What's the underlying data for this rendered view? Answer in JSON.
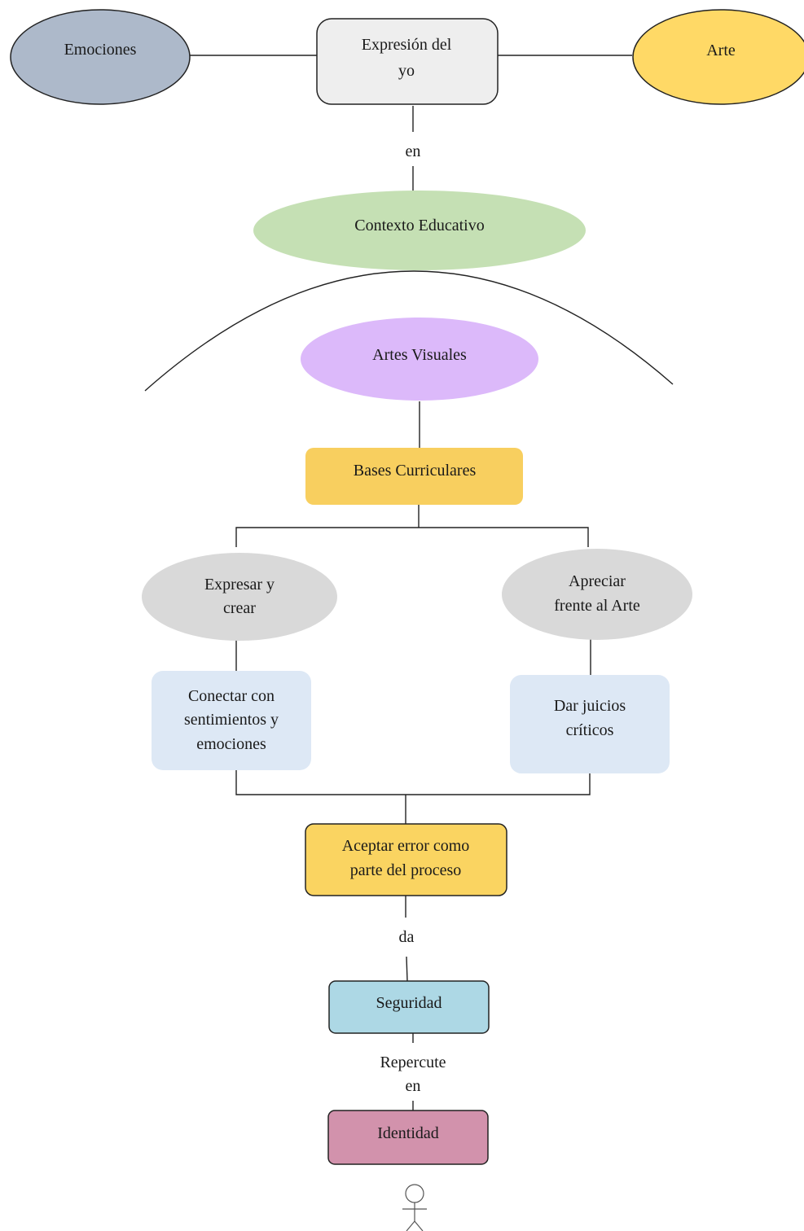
{
  "colors": {
    "emociones": "#adb9ca",
    "expresion": "#eeeeee",
    "arte": "#ffd966",
    "contexto": "#c5e0b4",
    "artes_visuales": "#dcb9fa",
    "bases": "#f8cf5f",
    "gray_node": "#d9d9d9",
    "light_blue": "#dde8f5",
    "aceptar": "#fad461",
    "seguridad": "#add8e5",
    "identidad": "#d292ac"
  },
  "nodes": {
    "emociones": "Emociones",
    "expresion": [
      "Expresión del",
      "yo"
    ],
    "arte": "Arte",
    "contexto": "Contexto Educativo",
    "artes_visuales": "Artes Visuales",
    "bases": "Bases Curriculares",
    "expresar": [
      "Expresar y",
      "crear"
    ],
    "apreciar": [
      "Apreciar",
      "frente al Arte"
    ],
    "conectar": [
      "Conectar con",
      "sentimientos y",
      "emociones"
    ],
    "dar_juicios": [
      "Dar juicios",
      "críticos"
    ],
    "aceptar": [
      "Aceptar error como",
      "parte del proceso"
    ],
    "seguridad": "Seguridad",
    "identidad": "Identidad"
  },
  "edge_labels": {
    "en": "en",
    "da": "da",
    "repercute": [
      "Repercute",
      "en"
    ]
  },
  "icon": "person-icon"
}
